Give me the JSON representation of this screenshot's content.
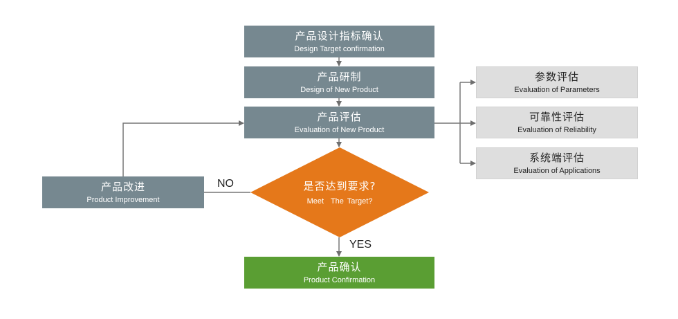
{
  "colors": {
    "main_box": "#768890",
    "side_box": "#dedede",
    "decision": "#e5781a",
    "confirm": "#5a9e33",
    "connector": "#777777"
  },
  "nodes": {
    "design_target": {
      "zh": "产品设计指标确认",
      "en": "Design Target confirmation"
    },
    "design_new": {
      "zh": "产品研制",
      "en": "Design of New Product"
    },
    "evaluation": {
      "zh": "产品评估",
      "en": "Evaluation of New Product"
    },
    "improvement": {
      "zh": "产品改进",
      "en": "Product Improvement"
    },
    "decision": {
      "zh": "是否达到要求?",
      "en": "Meet  The Target?"
    },
    "confirmation": {
      "zh": "产品确认",
      "en": "Product Confirmation"
    },
    "eval_parameters": {
      "zh": "参数评估",
      "en": "Evaluation of Parameters"
    },
    "eval_reliability": {
      "zh": "可靠性评估",
      "en": "Evaluation of Reliability"
    },
    "eval_applications": {
      "zh": "系统端评估",
      "en": "Evaluation of Applications"
    }
  },
  "edge_labels": {
    "no": "NO",
    "yes": "YES"
  }
}
